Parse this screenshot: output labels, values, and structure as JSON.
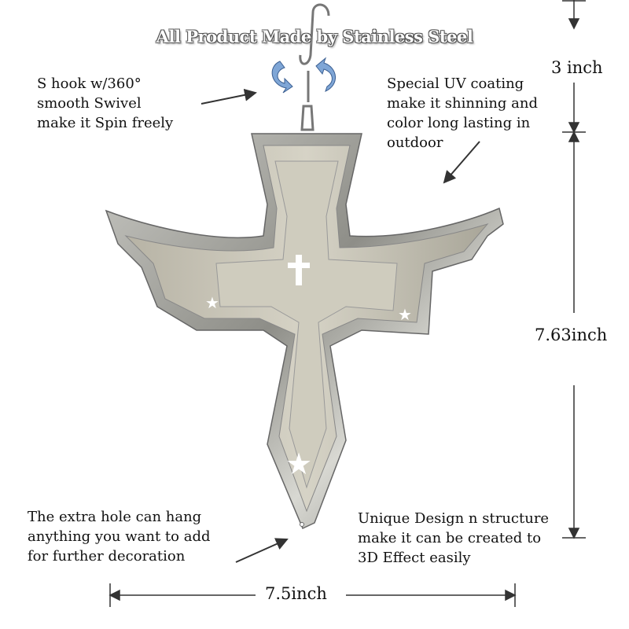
{
  "title": "All Product Made by Stainless Steel",
  "callouts": {
    "hook": [
      "S hook w/360°",
      "smooth Swivel",
      "make it Spin freely"
    ],
    "coating": [
      "Special UV coating",
      "make it shinning and",
      "color long lasting in",
      "outdoor"
    ],
    "hole": [
      "The extra hole can hang",
      "anything you want to add",
      "for further decoration"
    ],
    "design": [
      "Unique Design n structure",
      "make it can be created to",
      "3D Effect easily"
    ]
  },
  "dimensions": {
    "hook_height": "3 inch",
    "cross_height": "7.63inch",
    "width": "7.5inch"
  }
}
